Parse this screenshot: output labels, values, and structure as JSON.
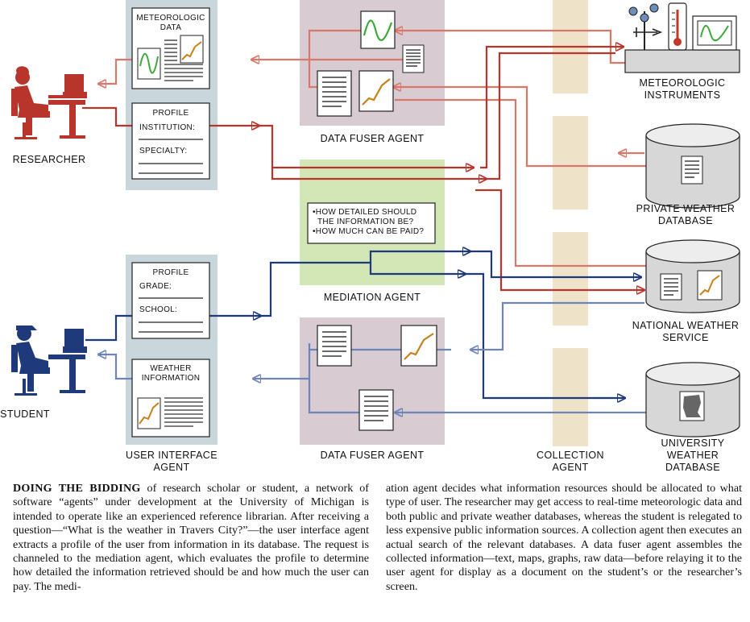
{
  "agents": {
    "user_interface": "USER INTERFACE\nAGENT",
    "data_fuser_top": "DATA FUSER AGENT",
    "data_fuser_bottom": "DATA FUSER AGENT",
    "mediation": "MEDIATION AGENT",
    "collection": "COLLECTION\nAGENT"
  },
  "users": {
    "researcher": "RESEARCHER",
    "student": "STUDENT"
  },
  "sources": {
    "instruments": "METEOROLOGIC\nINSTRUMENTS",
    "private_db": "PRIVATE WEATHER\nDATABASE",
    "national": "NATIONAL WEATHER\nSERVICE",
    "university_db": "UNIVERSITY\nWEATHER\nDATABASE"
  },
  "researcher_panel": {
    "data_title": "METEOROLOGIC\nDATA",
    "profile_title": "PROFILE",
    "field1": "INSTITUTION:",
    "field2": "SPECIALTY:"
  },
  "student_panel": {
    "profile_title": "PROFILE",
    "field1": "GRADE:",
    "field2": "SCHOOL:",
    "data_title": "WEATHER\nINFORMATION"
  },
  "mediation_questions": [
    "•HOW DETAILED SHOULD",
    "  THE INFORMATION BE?",
    "•HOW MUCH CAN BE PAID?"
  ],
  "caption": {
    "lead": "DOING THE BIDDING",
    "left": " of research scholar or student, a network of software “agents” under development at the University of Michigan is intended to operate like an experienced reference librarian. After receiving a question—“What is the weather in Travers City?”—the user interface agent extracts a profile of the user from information in its database. The request is channeled to the mediation agent, which evaluates the profile to determine how detailed the information retrieved should be and how much the user can pay. The medi-",
    "right": "ation agent decides what information resources should be allocated to what type of user. The researcher may get access to real-time meteorologic data and both public and private weather databases, whereas the student is relegated to less expensive public information sources. A collection agent then executes an actual search of the relevant databases. A data fuser agent assembles the collected information—text, maps, graphs, raw data—before relaying it to the user agent for display as a document on the student’s or the researcher’s screen."
  },
  "colors": {
    "red": "#b8352c",
    "red_light": "#d9776b",
    "blue": "#1f3a7a",
    "blue_light": "#6f84b8",
    "ui_panel": "#c9d6dc",
    "fuser_panel": "#d8cbd2",
    "mediation_panel": "#d3e6b6",
    "collection_panel": "#eee3c9"
  }
}
